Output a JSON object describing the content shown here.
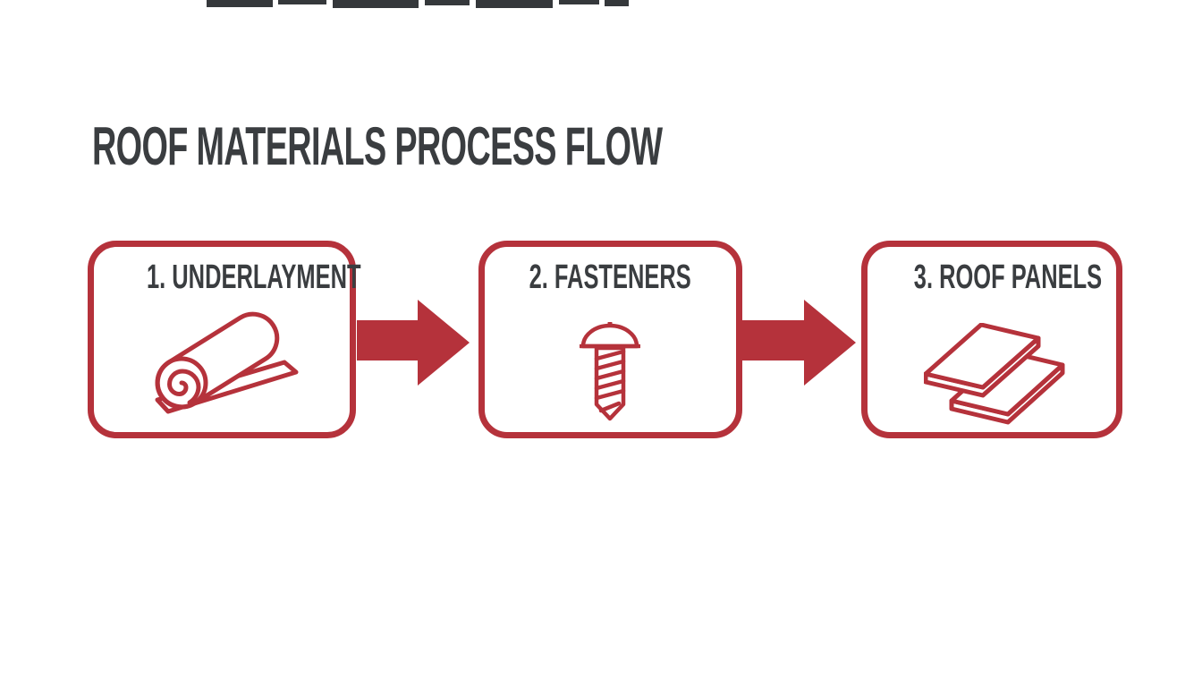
{
  "title": "ROOF MATERIALS PROCESS FLOW",
  "colors": {
    "accent_red": "#b5323b",
    "text_dark": "#3a3d40",
    "background": "#ffffff",
    "box_fill": "#ffffff"
  },
  "steps": [
    {
      "label": "1. UNDERLAYMENT",
      "icon": "underlayment-roll-icon"
    },
    {
      "label": "2. FASTENERS",
      "icon": "screw-icon"
    },
    {
      "label": "3. ROOF PANELS",
      "icon": "roof-panels-icon"
    }
  ],
  "connectors": {
    "shape": "right-arrow",
    "count": 2,
    "color": "#b5323b"
  }
}
